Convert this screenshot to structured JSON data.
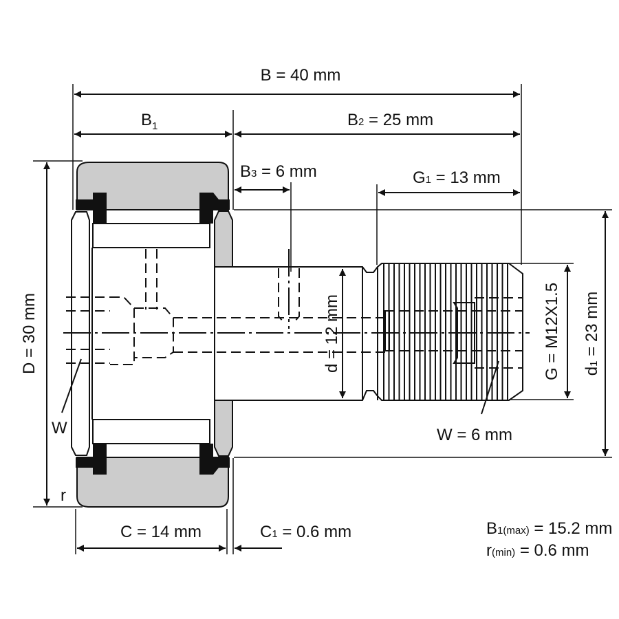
{
  "diagram": {
    "title": "Cam follower stud-type track roller dimension drawing",
    "colors": {
      "line": "#111111",
      "outer_ring": "#cccccc",
      "seal": "#111111",
      "background": "#ffffff"
    },
    "dimensions": {
      "B": {
        "label": "B = 40 mm"
      },
      "B1": {
        "main": "B",
        "sub": "1"
      },
      "B2": {
        "main": "B",
        "sub": "2",
        "rest": " = 25 mm"
      },
      "B3": {
        "main": "B",
        "sub": "3",
        "rest": " = 6 mm"
      },
      "G1": {
        "main": "G",
        "sub": "1",
        "rest": " = 13 mm"
      },
      "D": {
        "label": "D = 30 mm"
      },
      "d": {
        "label": "d = 12 mm"
      },
      "G": {
        "label": "G = M12X1.5"
      },
      "d1": {
        "main": "d",
        "sub": "1",
        "rest": " = 23 mm"
      },
      "W_left": {
        "label": "W"
      },
      "W_right": {
        "label": "W = 6 mm"
      },
      "r": {
        "label": "r"
      },
      "C": {
        "label": "C = 14 mm"
      },
      "C1": {
        "main": "C",
        "sub": "1",
        "rest": " = 0.6 mm"
      }
    },
    "notes": [
      {
        "main": "B",
        "sub": "1(max)",
        "rest": " = 15.2 mm"
      },
      {
        "main": "r",
        "sub": "(min)",
        "rest": " = 0.6 mm"
      }
    ]
  }
}
